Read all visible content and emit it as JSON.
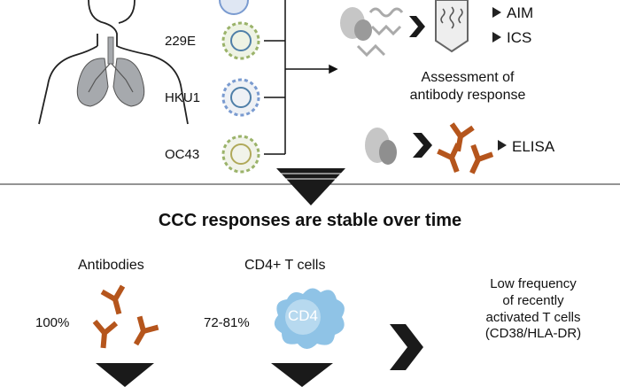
{
  "strains": [
    "229E",
    "HKU1",
    "OC43"
  ],
  "assays": {
    "aim": "AIM",
    "ics": "ICS",
    "antibody_header_line1": "Assessment of",
    "antibody_header_line2": "antibody response",
    "elisa": "ELISA"
  },
  "bottom": {
    "title": "CCC responses are stable over time",
    "antibodies_label": "Antibodies",
    "antibodies_pct": "100%",
    "tcells_label": "CD4+ T cells",
    "tcells_pct": "72-81%",
    "cd4_cell_text": "CD4",
    "low_freq_lines": [
      "Low frequency",
      "of recently",
      "activated T cells",
      "(CD38/HLA-DR)"
    ]
  },
  "colors": {
    "antibody": "#b5551c",
    "cd4_cell": "#8fc3e6",
    "lung": "#a6a9ad",
    "virus_blue": "#7a9bd0",
    "virus_green": "#9bb36a",
    "arrow": "#222222"
  }
}
